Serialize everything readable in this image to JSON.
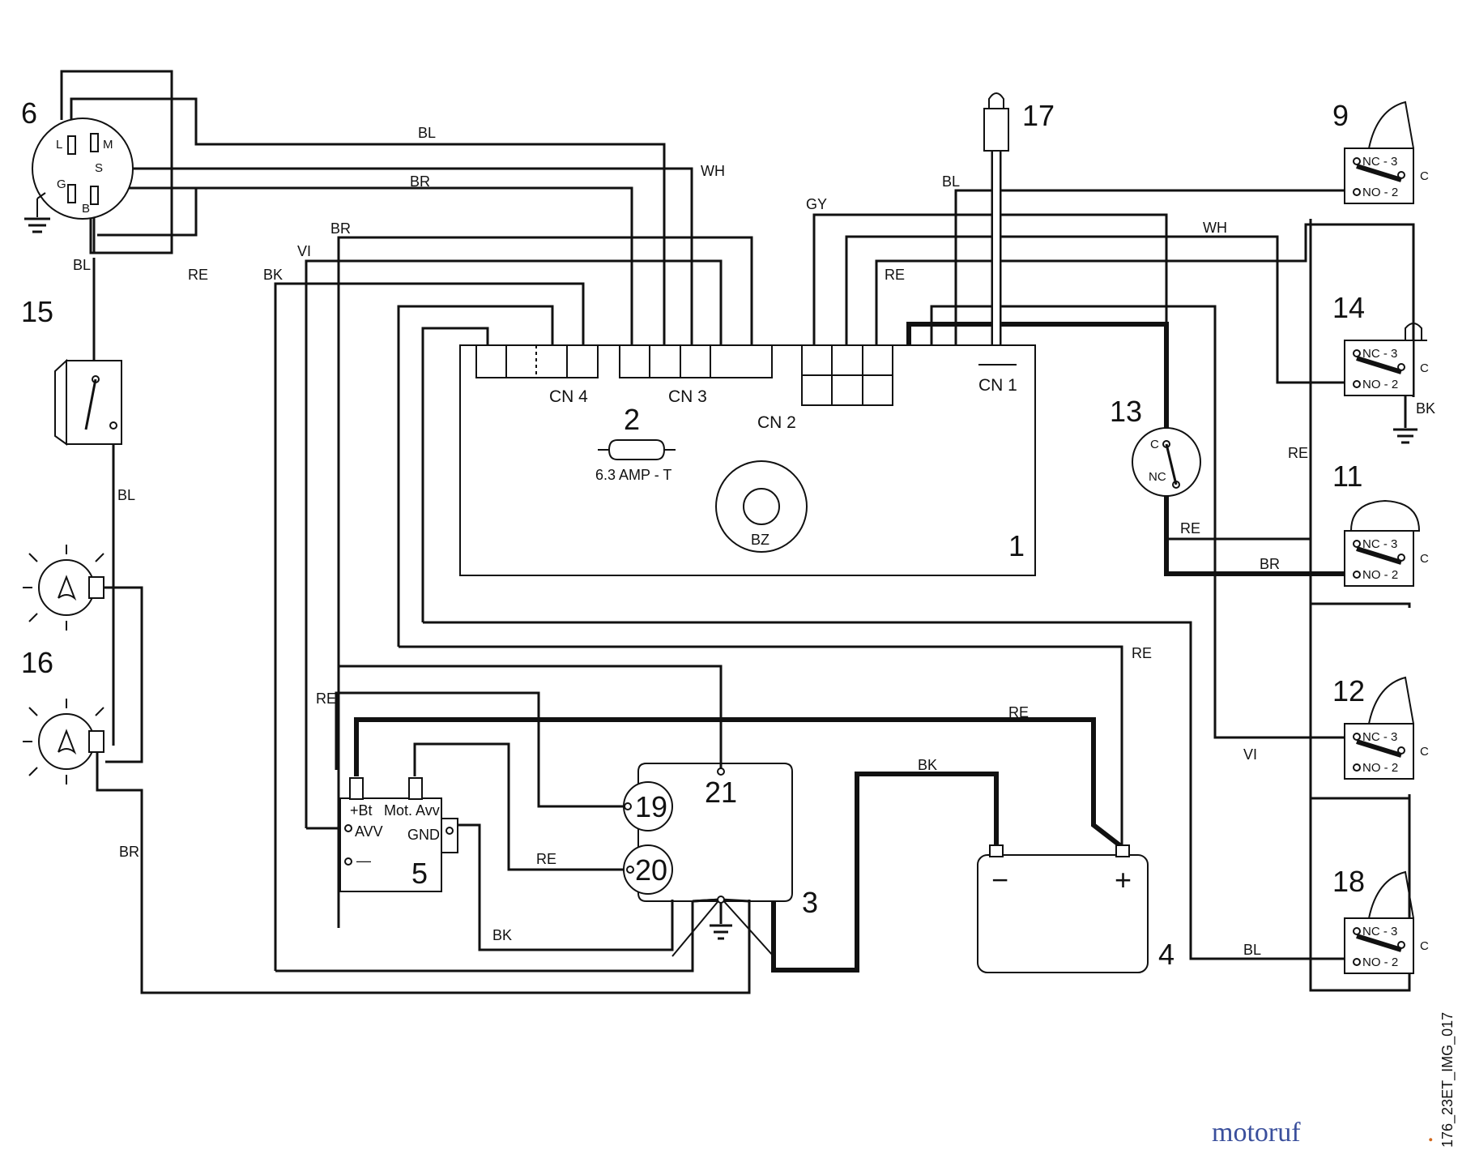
{
  "component_numbers": {
    "n1": "1",
    "n2": "2",
    "n3": "3",
    "n4": "4",
    "n5": "5",
    "n6": "6",
    "n9": "9",
    "n11": "11",
    "n12": "12",
    "n13": "13",
    "n14": "14",
    "n15": "15",
    "n16": "16",
    "n17": "17",
    "n18": "18",
    "n19": "19",
    "n20": "20",
    "n21": "21"
  },
  "connectors": {
    "cn1": "CN 1",
    "cn2": "CN 2",
    "cn3": "CN 3",
    "cn4": "CN 4"
  },
  "fuse_label": "6.3 AMP - T",
  "buzzer_label": "BZ",
  "ignition_pins": {
    "l": "L",
    "m": "M",
    "s": "S",
    "g": "G",
    "b": "B"
  },
  "switch_pins": {
    "nc": "NC - 3",
    "no": "NO - 2",
    "c": "C"
  },
  "microswitch_pins": {
    "c": "C",
    "nc": "NC"
  },
  "module_pins": {
    "bt": "+Bt",
    "motavv": "Mot. Avv",
    "avv": "AVV",
    "gnd": "GND",
    "minus": "—"
  },
  "battery": {
    "minus": "−",
    "plus": "+"
  },
  "wire_labels": {
    "bl_top": "BL",
    "br_top": "BR",
    "wh_top": "WH",
    "br_2": "BR",
    "vi_1": "VI",
    "bk_1": "BK",
    "re_1": "RE",
    "bl_left": "BL",
    "gy": "GY",
    "bl_cn1": "BL",
    "wh_right": "WH",
    "re_cn2": "RE",
    "bk_sw14": "BK",
    "re_right": "RE",
    "re_13": "RE",
    "br_11": "BR",
    "re_mid": "RE",
    "re_left": "RE",
    "re_top_batt": "RE",
    "vi_12": "VI",
    "bk_batt": "BK",
    "re_20": "RE",
    "bk_bottom": "BK",
    "bl_18": "BL",
    "bl_15": "BL",
    "br_left": "BR"
  },
  "image_code": "176_23ET_IMG_017",
  "watermark": {
    "part1": "motoruf",
    "part2": "."
  }
}
